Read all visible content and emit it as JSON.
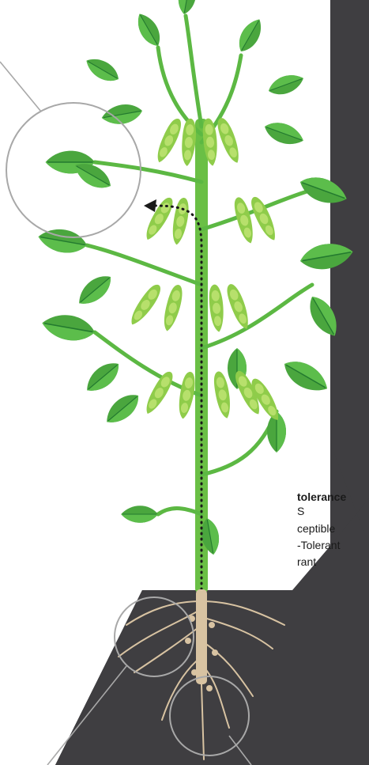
{
  "legend": {
    "title": "tolerance",
    "category_fragment": "S",
    "items": [
      "ceptible",
      "-Tolerant",
      "rant"
    ]
  },
  "colors": {
    "leaf_dark": "#2e8b3a",
    "leaf_light": "#55b947",
    "leaf_vein": "#1f6e2a",
    "pod": "#8fcc4a",
    "pod_light": "#b7e06c",
    "stem": "#6abf45",
    "floor": "#3f3e41",
    "root": "#d8c3a2",
    "dots": "#1a1a1a",
    "callout": "#a8a8a8"
  },
  "icons": [
    "zoom-circle-leaf",
    "zoom-circle-root-left",
    "zoom-circle-root-bottom"
  ]
}
